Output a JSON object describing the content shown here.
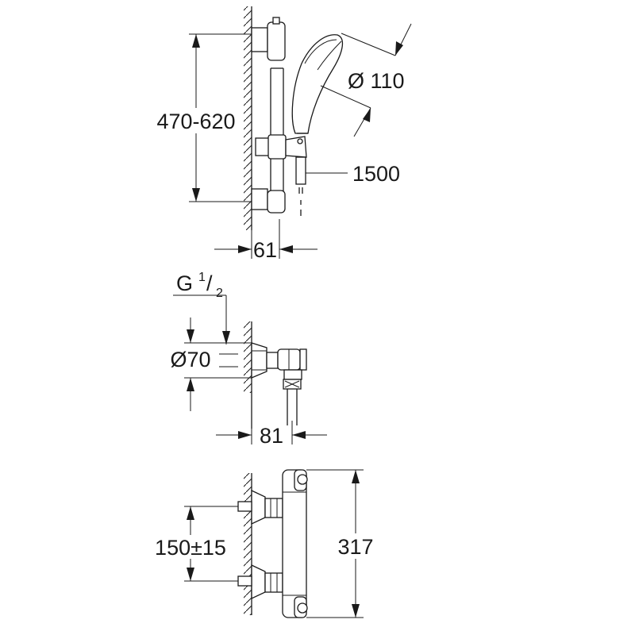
{
  "dimensions": {
    "rail_height": "470-620",
    "head_diameter": "Ø 110",
    "hose_length": "1500",
    "rail_depth": "61",
    "thread_main": "G",
    "thread_num": "1",
    "thread_slash": "/",
    "thread_den": "2",
    "rosette_diameter": "Ø70",
    "valve_depth": "81",
    "inlet_spacing": "150±15",
    "mixer_height": "317"
  },
  "colors": {
    "line": "#1a1a1a",
    "background": "#ffffff"
  }
}
